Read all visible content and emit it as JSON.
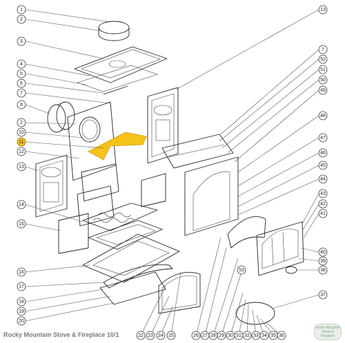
{
  "footer": {
    "text": "Rocky Mountain Stove & Fireplace  10/1"
  },
  "logo": {
    "text": "Rocky Mountain Stove & Fireplace"
  },
  "highlight_color": "#f6c21c",
  "callouts_left": [
    "1",
    "2",
    "3",
    "4",
    "5",
    "6",
    "7",
    "8",
    "2",
    "10",
    "11",
    "12",
    "13",
    "14",
    "15",
    "16",
    "17",
    "18",
    "19",
    "20"
  ],
  "callouts_right": [
    "13",
    "7",
    "52",
    "51",
    "50",
    "49",
    "48",
    "47",
    "46",
    "45",
    "44",
    "43",
    "42",
    "41",
    "40",
    "39",
    "38",
    "37"
  ],
  "callouts_bottom": [
    "22",
    "23",
    "24",
    "25",
    "26",
    "27",
    "28",
    "29",
    "30",
    "31",
    "32",
    "33",
    "34",
    "35",
    "36"
  ],
  "callouts_misc": [
    "53"
  ]
}
